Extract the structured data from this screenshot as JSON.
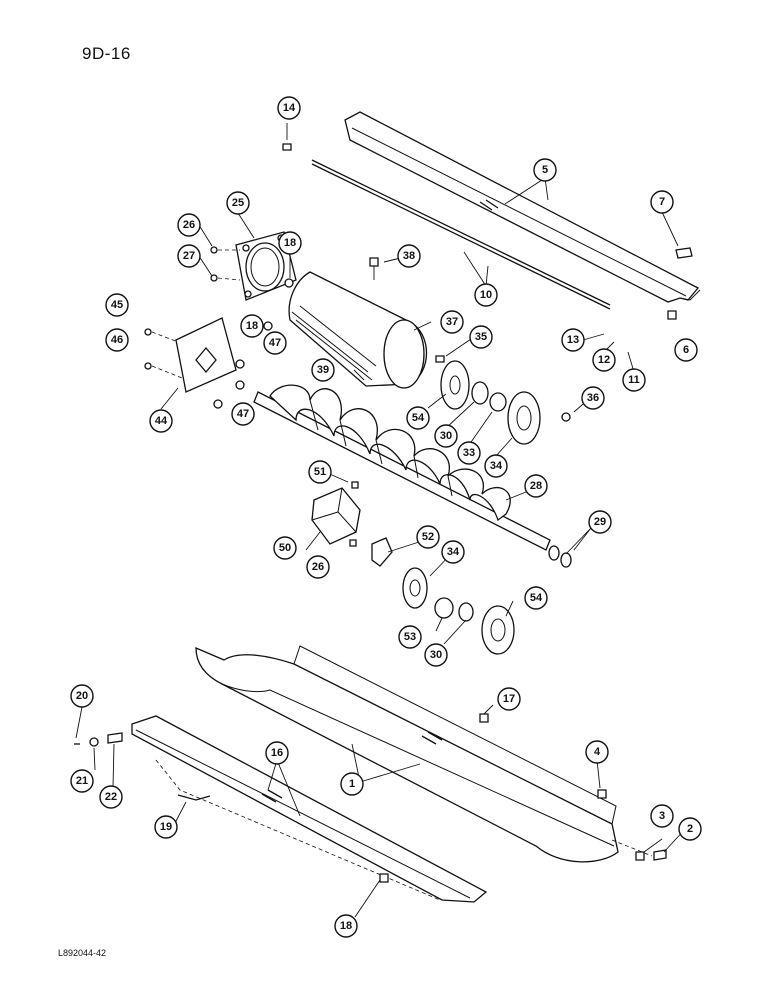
{
  "page_number": "9D-16",
  "document_code": "L892044-42",
  "callouts": [
    "14",
    "5",
    "7",
    "25",
    "26",
    "18",
    "38",
    "27",
    "10",
    "45",
    "18",
    "37",
    "13",
    "12",
    "6",
    "46",
    "47",
    "35",
    "11",
    "39",
    "54",
    "30",
    "33",
    "36",
    "44",
    "47",
    "34",
    "51",
    "28",
    "29",
    "50",
    "52",
    "26",
    "34",
    "54",
    "53",
    "30",
    "20",
    "17",
    "16",
    "4",
    "21",
    "22",
    "1",
    "19",
    "3",
    "2",
    "18"
  ]
}
